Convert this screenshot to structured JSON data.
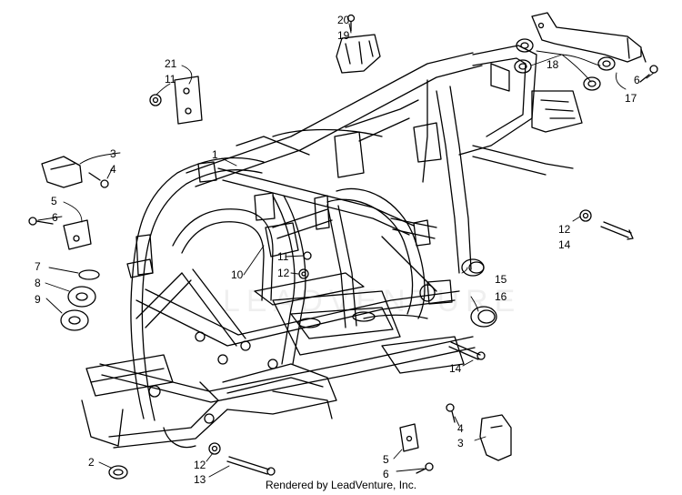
{
  "watermark": "LEADVENTURE",
  "footer": "Rendered by LeadVenture, Inc.",
  "callouts": [
    {
      "id": "c20",
      "text": "20"
    },
    {
      "id": "c19",
      "text": "19"
    },
    {
      "id": "c21",
      "text": "21"
    },
    {
      "id": "c11a",
      "text": "11"
    },
    {
      "id": "c18",
      "text": "18"
    },
    {
      "id": "c6a",
      "text": "6"
    },
    {
      "id": "c17",
      "text": "17"
    },
    {
      "id": "c1",
      "text": "1"
    },
    {
      "id": "c3a",
      "text": "3"
    },
    {
      "id": "c4a",
      "text": "4"
    },
    {
      "id": "c5a",
      "text": "5"
    },
    {
      "id": "c6b",
      "text": "6"
    },
    {
      "id": "c7",
      "text": "7"
    },
    {
      "id": "c8",
      "text": "8"
    },
    {
      "id": "c9",
      "text": "9"
    },
    {
      "id": "c10",
      "text": "10"
    },
    {
      "id": "c11b",
      "text": "11"
    },
    {
      "id": "c12a",
      "text": "12"
    },
    {
      "id": "c12b",
      "text": "12"
    },
    {
      "id": "c14a",
      "text": "14"
    },
    {
      "id": "c15",
      "text": "15"
    },
    {
      "id": "c16",
      "text": "16"
    },
    {
      "id": "c14b",
      "text": "14"
    },
    {
      "id": "c4b",
      "text": "4"
    },
    {
      "id": "c3b",
      "text": "3"
    },
    {
      "id": "c5b",
      "text": "5"
    },
    {
      "id": "c6c",
      "text": "6"
    },
    {
      "id": "c2",
      "text": "2"
    },
    {
      "id": "c12c",
      "text": "12"
    },
    {
      "id": "c13",
      "text": "13"
    }
  ]
}
